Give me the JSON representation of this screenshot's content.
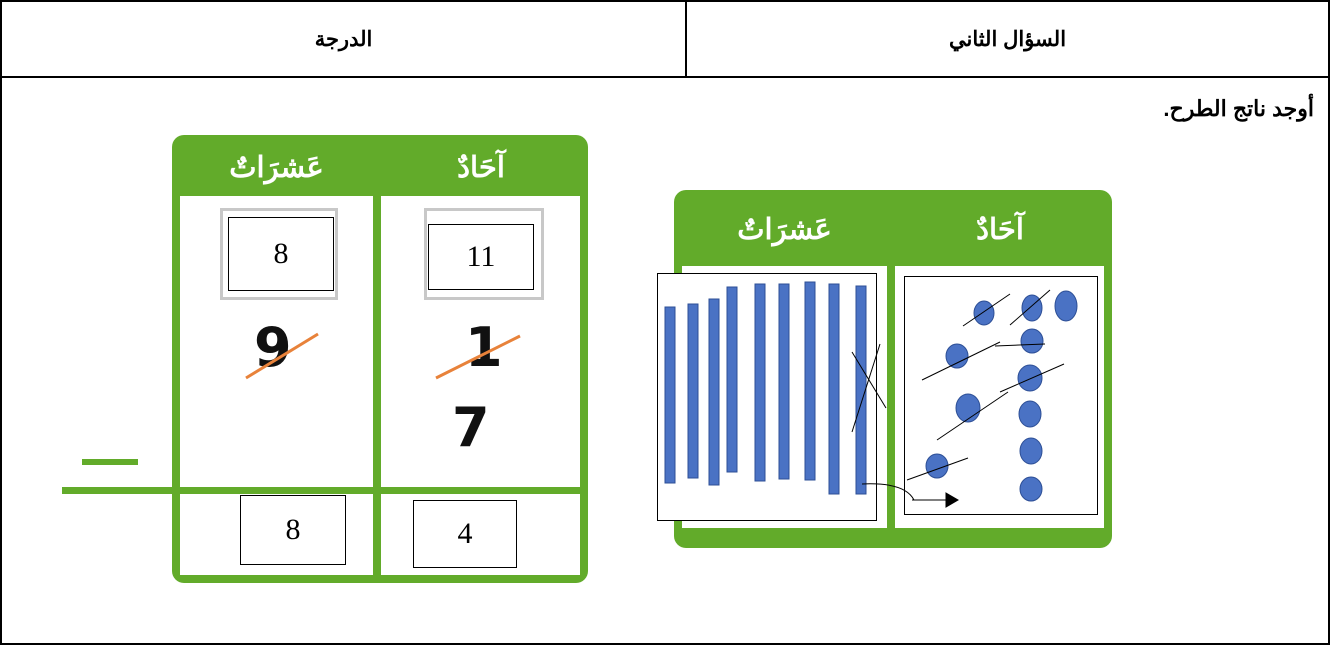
{
  "header": {
    "question_label": "السؤال الثاني",
    "grade_label": "الدرجة"
  },
  "instruction": "أوجد ناتج الطرح.",
  "left_table": {
    "ones_header": "آحَادٌ",
    "tens_header": "عَشرَاتٌ",
    "regroup_ones": "11",
    "regroup_tens": "8",
    "minuend_ones": "1",
    "minuend_tens": "9",
    "subtrahend_ones": "7",
    "result_ones": "4",
    "result_tens": "8",
    "operator": "−"
  },
  "right_table": {
    "ones_header": "آحَادٌ",
    "tens_header": "عَشرَاتٌ"
  },
  "colors": {
    "green": "#62ab2a",
    "strike": "#e8823a",
    "blocks": "#4a72c4"
  }
}
